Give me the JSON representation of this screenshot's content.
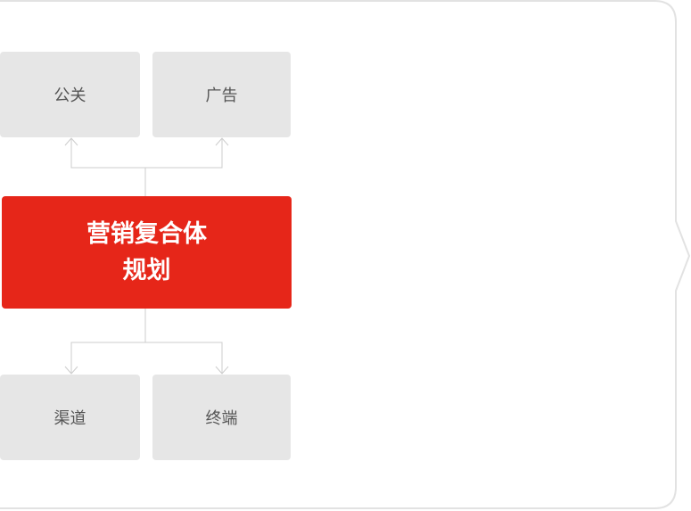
{
  "diagram": {
    "center": {
      "line1": "营销复合体",
      "line2": "规划"
    },
    "top_nodes": [
      {
        "label": "公关"
      },
      {
        "label": "广告"
      }
    ],
    "bottom_nodes": [
      {
        "label": "渠道"
      },
      {
        "label": "终端"
      }
    ]
  },
  "colors": {
    "accent": "#e62619",
    "node_bg": "#e6e6e6",
    "node_text": "#555555",
    "connector": "#cccccc",
    "frame": "#e2e2e2"
  }
}
